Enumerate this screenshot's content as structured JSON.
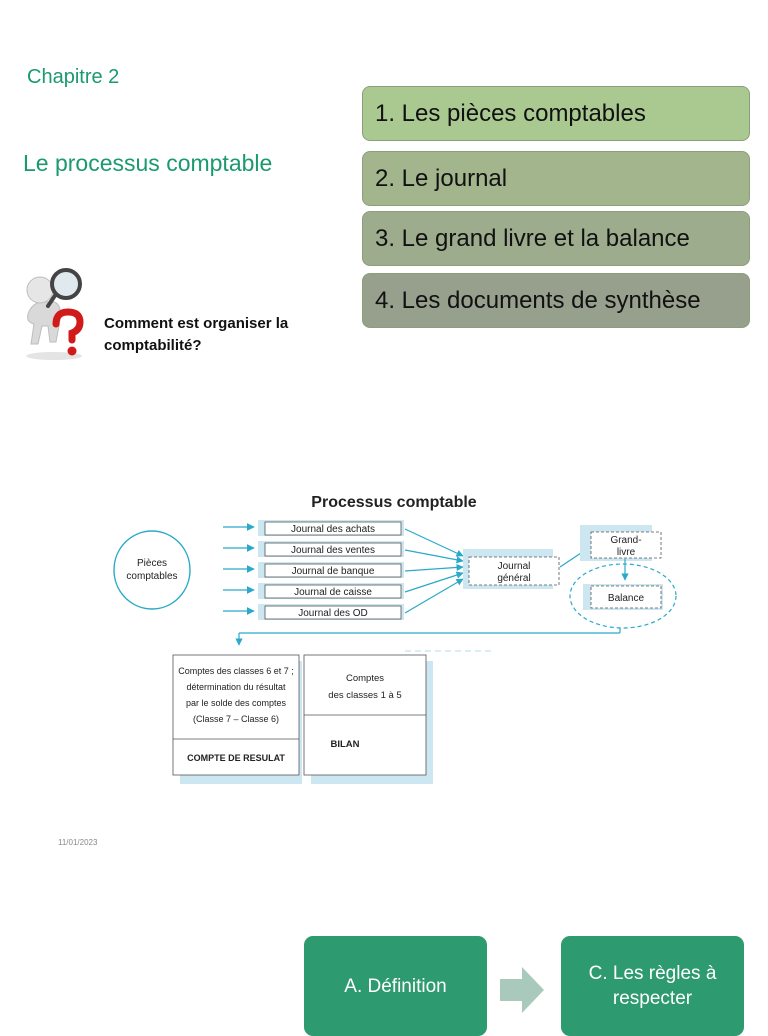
{
  "header": {
    "chapter": "Chapitre 2",
    "subtitle": "Le processus comptable"
  },
  "menu": {
    "items": [
      {
        "label": "1. Les pièces comptables",
        "color": "#a9c991"
      },
      {
        "label": "2. Le journal",
        "color": "#a3b58d"
      },
      {
        "label": "3. Le grand livre et la balance",
        "color": "#9dac8c"
      },
      {
        "label": "4. Les documents de synthèse",
        "color": "#979f8d"
      }
    ]
  },
  "question": {
    "line1": "Comment est organiser la",
    "line2": "comptabilité?"
  },
  "diagram": {
    "title": "Processus comptable",
    "source_line1": "Pièces",
    "source_line2": "comptables",
    "journals": [
      "Journal des achats",
      "Journal des ventes",
      "Journal de banque",
      "Journal de caisse",
      "Journal des OD"
    ],
    "general_line1": "Journal",
    "general_line2": "général",
    "grand_livre_line1": "Grand-",
    "grand_livre_line2": "livre",
    "balance": "Balance",
    "result_lines": [
      "Comptes des classes 6 et 7 ;",
      "détermination du résultat",
      "par le solde des comptes",
      "(Classe 7 – Classe 6)"
    ],
    "result_title": "COMPTE DE RESULAT",
    "bilan_lines": [
      "Comptes",
      "des classes 1 à 5"
    ],
    "bilan_title": "BILAN",
    "accent": "#2aa9c9"
  },
  "footer": {
    "date": "11/01/2023",
    "step_a": "A. Définition",
    "step_c": "C. Les règles à respecter",
    "accent": "#2e9a6f"
  }
}
